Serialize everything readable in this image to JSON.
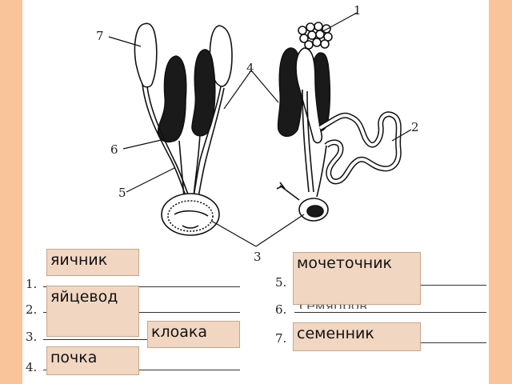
{
  "callouts": [
    "1",
    "2",
    "3",
    "4",
    "5",
    "6",
    "7"
  ],
  "answer_rows": {
    "left": [
      "1.",
      "2.",
      "3.",
      "4."
    ],
    "right": [
      "5.",
      "6.",
      "7."
    ],
    "partial_text": "семяпров"
  },
  "tiles": {
    "ovary": "яичник",
    "ureter": "мочеточник",
    "oviduct": "яйцевод",
    "cloaca": "клоака",
    "testis": "семенник",
    "kidney": "почка"
  },
  "colors": {
    "background": "#f9c49a",
    "sheet": "#ffffff",
    "tile_fill": "#f1d7c2",
    "ink": "#1a1a1a"
  }
}
